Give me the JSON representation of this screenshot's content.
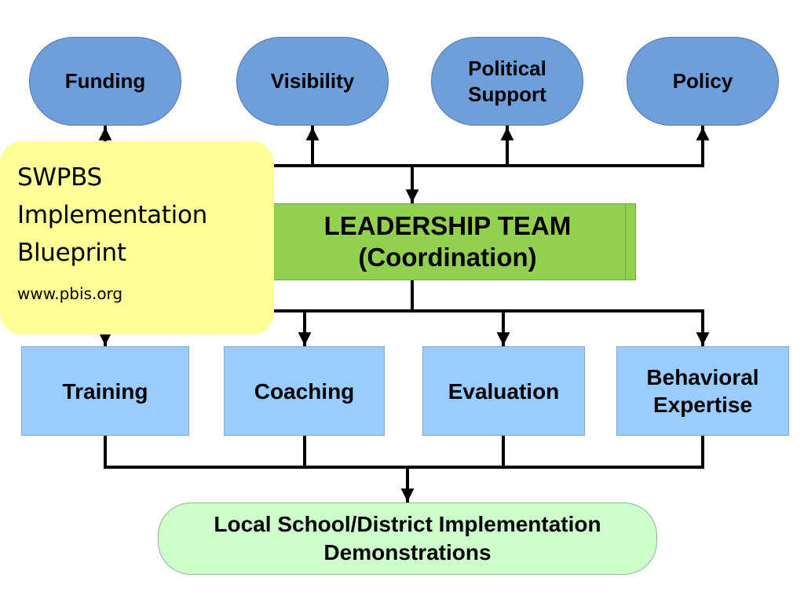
{
  "top_nodes": [
    {
      "label": "Funding"
    },
    {
      "label": "Visibility"
    },
    {
      "label": "Political\nSupport"
    },
    {
      "label": "Policy"
    }
  ],
  "leadership": {
    "label": "LEADERSHIP TEAM\n(Coordination)"
  },
  "functions": [
    {
      "label": "Training"
    },
    {
      "label": "Coaching"
    },
    {
      "label": "Evaluation"
    },
    {
      "label": "Behavioral\nExpertise"
    }
  ],
  "outcome": {
    "label": "Local School/District Implementation\nDemonstrations"
  },
  "note": {
    "title": "SWPBS\nImplementation\nBlueprint",
    "url": "www.pbis.org"
  },
  "colors": {
    "top_nodes": "#6f9fda",
    "leadership": "#92d050",
    "functions": "#99ccff",
    "outcome": "#ccffcc",
    "note": "#ffff99"
  }
}
